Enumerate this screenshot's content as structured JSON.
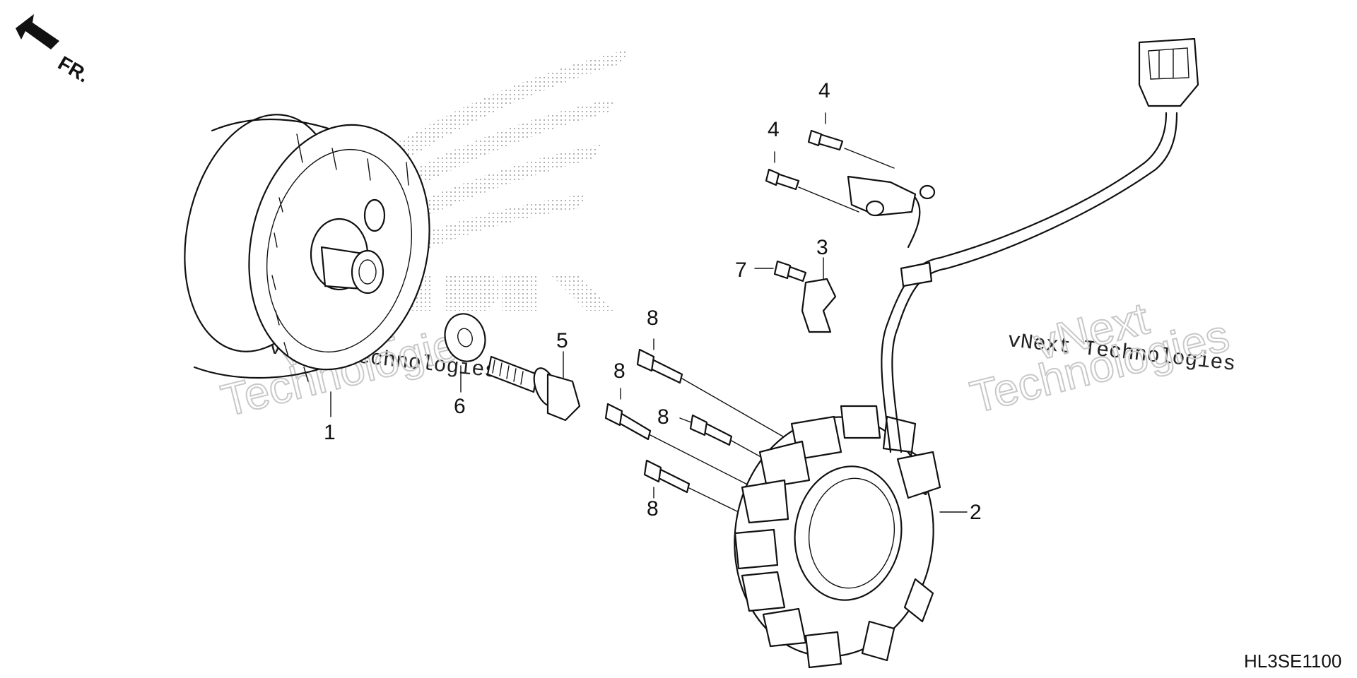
{
  "diagram_code": "HL3SE1100",
  "direction_label": "FR.",
  "watermarks": {
    "line1": "vNext Technologies",
    "line_a": "vNext",
    "line_b": "Technologies"
  },
  "callouts": [
    {
      "id": "c1",
      "text": "1"
    },
    {
      "id": "c2",
      "text": "2"
    },
    {
      "id": "c3",
      "text": "3"
    },
    {
      "id": "c4a",
      "text": "4"
    },
    {
      "id": "c4b",
      "text": "4"
    },
    {
      "id": "c5",
      "text": "5"
    },
    {
      "id": "c6",
      "text": "6"
    },
    {
      "id": "c7",
      "text": "7"
    },
    {
      "id": "c8a",
      "text": "8"
    },
    {
      "id": "c8b",
      "text": "8"
    },
    {
      "id": "c8c",
      "text": "8"
    },
    {
      "id": "c8d",
      "text": "8"
    }
  ]
}
